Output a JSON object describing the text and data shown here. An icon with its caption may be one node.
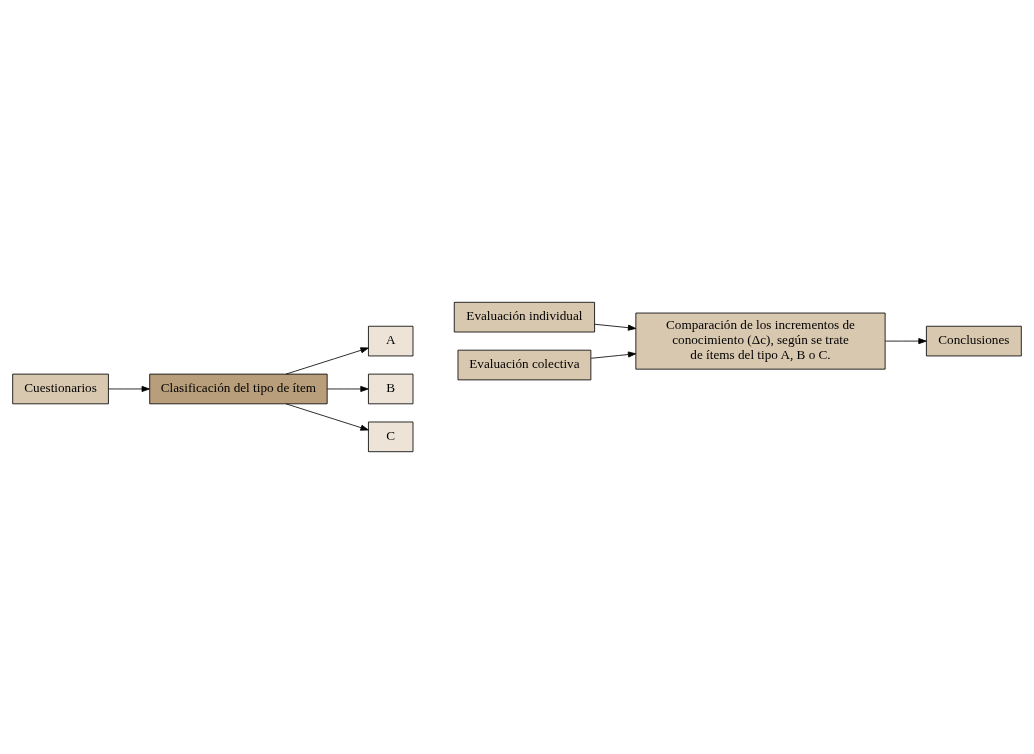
{
  "diagram": {
    "nodes": [
      {
        "text": [
          "Cuestionarios"
        ]
      },
      {
        "text": [
          "Clasificación del tipo de ítem"
        ]
      },
      {
        "text": [
          "Evaluación individual"
        ]
      },
      {
        "text": [
          "Evaluación colectiva"
        ]
      },
      {
        "text": [
          "A"
        ]
      },
      {
        "text": [
          "B"
        ]
      },
      {
        "text": [
          "C"
        ]
      },
      {
        "text": [
          "Comparación de los incrementos de conocimiento (Δc), según se trate de ítems del tipo A, B o C."
        ]
      },
      {
        "text": [
          "Conclusiones"
        ]
      }
    ],
    "edges": [
      {
        "from": 0,
        "to": 1,
        "arrow": "to"
      },
      {
        "from": 1,
        "to": 4,
        "arrow": "to"
      },
      {
        "from": 1,
        "to": 5,
        "arrow": "to"
      },
      {
        "from": 1,
        "to": 6,
        "arrow": "to"
      },
      {
        "from": 2,
        "to": 7,
        "arrow": "to"
      },
      {
        "from": 3,
        "to": 7,
        "arrow": "to"
      },
      {
        "from": 7,
        "to": 8,
        "arrow": "to"
      }
    ]
  }
}
